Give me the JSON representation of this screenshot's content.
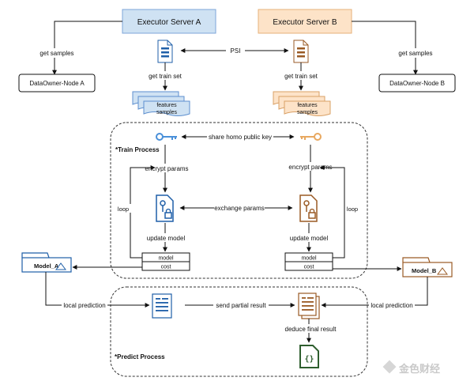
{
  "servers": {
    "a": {
      "title": "Executor Server A",
      "fill": "#cfe2f3",
      "stroke": "#7ea6d8"
    },
    "b": {
      "title": "Executor Server B",
      "fill": "#fde3c8",
      "stroke": "#e6b27a"
    }
  },
  "psi_label": "PSI",
  "get_samples_label": "get samples",
  "owners": {
    "a": "DataOwner-Node A",
    "b": "DataOwner-Node B"
  },
  "get_train_set_label": "get train set",
  "stacks": {
    "line1": "features",
    "line2": "samples"
  },
  "train": {
    "title": "*Train Process",
    "share_key_label": "share homo public key",
    "encrypt_label": "encrypt params",
    "exchange_label": "exchange params",
    "update_label": "update model",
    "loop_label": "loop",
    "model_label": "model",
    "cost_label": "cost"
  },
  "models": {
    "a": "Model_A",
    "b": "Model_B"
  },
  "predict": {
    "title": "*Predict Process",
    "local_prediction_label": "local prediction",
    "send_partial_label": "send partial result",
    "deduce_label": "deduce final result"
  },
  "watermark": "金色财经",
  "colors": {
    "blue": "#1f5fa8",
    "orange": "#9a5a24",
    "green": "#2e5e2e"
  }
}
